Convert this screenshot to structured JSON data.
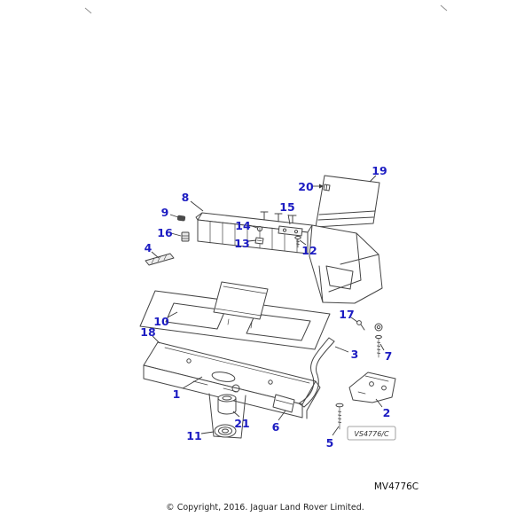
{
  "figure": {
    "copyright": "© Copyright, 2016. Jaguar Land Rover Limited.",
    "code": "MV4776C",
    "sheet_ref": "VS4776/C"
  },
  "colors": {
    "callout": "#1c1cc2",
    "line": "#454545",
    "background": "#ffffff"
  },
  "callouts": [
    {
      "label": "1"
    },
    {
      "label": "2"
    },
    {
      "label": "3"
    },
    {
      "label": "4"
    },
    {
      "label": "5"
    },
    {
      "label": "6"
    },
    {
      "label": "7"
    },
    {
      "label": "8"
    },
    {
      "label": "9"
    },
    {
      "label": "10"
    },
    {
      "label": "11"
    },
    {
      "label": "12"
    },
    {
      "label": "13"
    },
    {
      "label": "14"
    },
    {
      "label": "15"
    },
    {
      "label": "16"
    },
    {
      "label": "17"
    },
    {
      "label": "18"
    },
    {
      "label": "19"
    },
    {
      "label": "20"
    },
    {
      "label": "21"
    }
  ]
}
